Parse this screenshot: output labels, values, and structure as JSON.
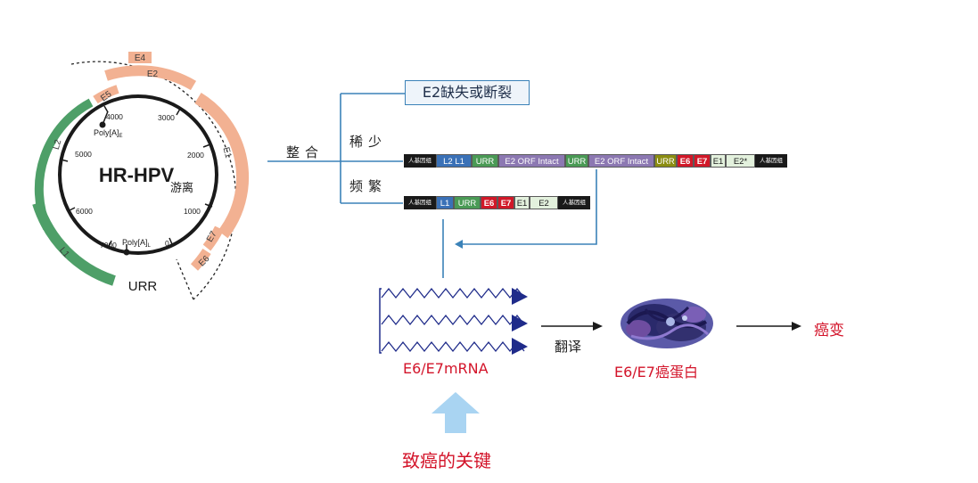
{
  "plasmid": {
    "title": "HR-HPV",
    "episome_label": "游离",
    "urr_label": "URR",
    "genes": [
      {
        "name": "E4"
      },
      {
        "name": "E2"
      },
      {
        "name": "E5"
      },
      {
        "name": "E1"
      },
      {
        "name": "E7"
      },
      {
        "name": "E6"
      },
      {
        "name": "L2"
      },
      {
        "name": "L1"
      }
    ],
    "ticks": [
      "0",
      "1000",
      "2000",
      "3000",
      "4000",
      "5000",
      "6000",
      "7000"
    ],
    "polya_early": {
      "main": "Poly[A]",
      "sub": "E"
    },
    "polya_late": {
      "main": "Poly[A]",
      "sub": "L"
    }
  },
  "integration": {
    "label": "整合",
    "rare_label": "稀少",
    "frequent_label": "频繁",
    "e2_box": "E2缺失或断裂",
    "human_gene_label": "人基因组",
    "rare_segments": [
      {
        "label": "L2 L1",
        "kind": "late"
      },
      {
        "label": "URR",
        "kind": "urr"
      },
      {
        "label": "E2 ORF Intact",
        "kind": "e2"
      },
      {
        "label": "URR",
        "kind": "urr"
      },
      {
        "label": "E2 ORF Intact",
        "kind": "e2"
      },
      {
        "label": "URR",
        "kind": "urr2"
      },
      {
        "label": "E6",
        "kind": "onc"
      },
      {
        "label": "E7",
        "kind": "onc"
      },
      {
        "label": "E1",
        "kind": "early"
      },
      {
        "label": "E2*",
        "kind": "early"
      }
    ],
    "frequent_segments": [
      {
        "label": "L1",
        "kind": "late"
      },
      {
        "label": "URR",
        "kind": "urr"
      },
      {
        "label": "E6",
        "kind": "onc"
      },
      {
        "label": "E7",
        "kind": "onc"
      },
      {
        "label": "E1",
        "kind": "early"
      },
      {
        "label": "E2",
        "kind": "early"
      }
    ]
  },
  "expression": {
    "mrna_label": "E6/E7mRNA",
    "translation_label": "翻译",
    "protein_label": "E6/E7癌蛋白",
    "outcome_label": "癌变",
    "key_label": "致癌的关键"
  },
  "colors": {
    "gene_salmon": "#f2b192",
    "gene_green": "#4e9f68",
    "line_blue": "#3b82b8",
    "accent_red": "#d3142a",
    "mrna_blue": "#1f2b8a",
    "block_up_arrow": "#a9d4f2",
    "seg_late": "#3a71b7",
    "seg_urr": "#4a9a55",
    "seg_e2": "#8c78b2",
    "seg_urr2": "#8b8d12",
    "seg_onc": "#d11828",
    "seg_early": "#e3f1dd",
    "human": "#1a1a1a"
  }
}
